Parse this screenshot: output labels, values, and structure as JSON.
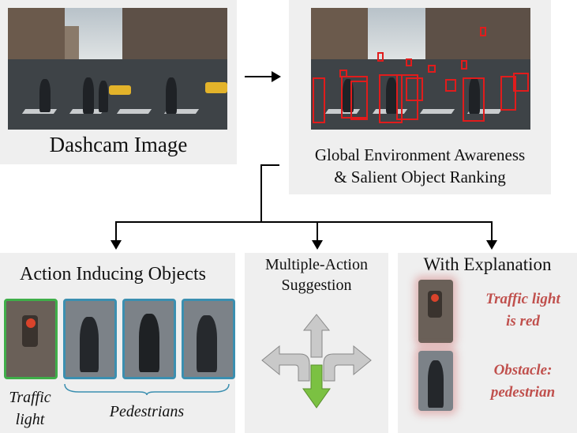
{
  "dashcam": {
    "caption": "Dashcam Image"
  },
  "awareness": {
    "caption_line1": "Global Environment Awareness",
    "caption_line2": "& Salient Object Ranking"
  },
  "objects": {
    "title": "Action Inducing Objects",
    "traffic_label_line1": "Traffic",
    "traffic_label_line2": "light",
    "pedestrians_label": "Pedestrians"
  },
  "suggestion": {
    "title_line1": "Multiple-Action",
    "title_line2": "Suggestion"
  },
  "explanation": {
    "title": "With Explanation",
    "item1_line1": "Traffic light",
    "item1_line2": "is red",
    "item2_line1": "Obstacle:",
    "item2_line2": "pedestrian"
  },
  "colors": {
    "traffic_border": "#3fae49",
    "pedestrian_border": "#3b8fb0",
    "bbox": "#e11c1c",
    "explanation_text": "#c0504d",
    "arrow_gray": "#c9c9c9",
    "arrow_green": "#7bc142"
  }
}
